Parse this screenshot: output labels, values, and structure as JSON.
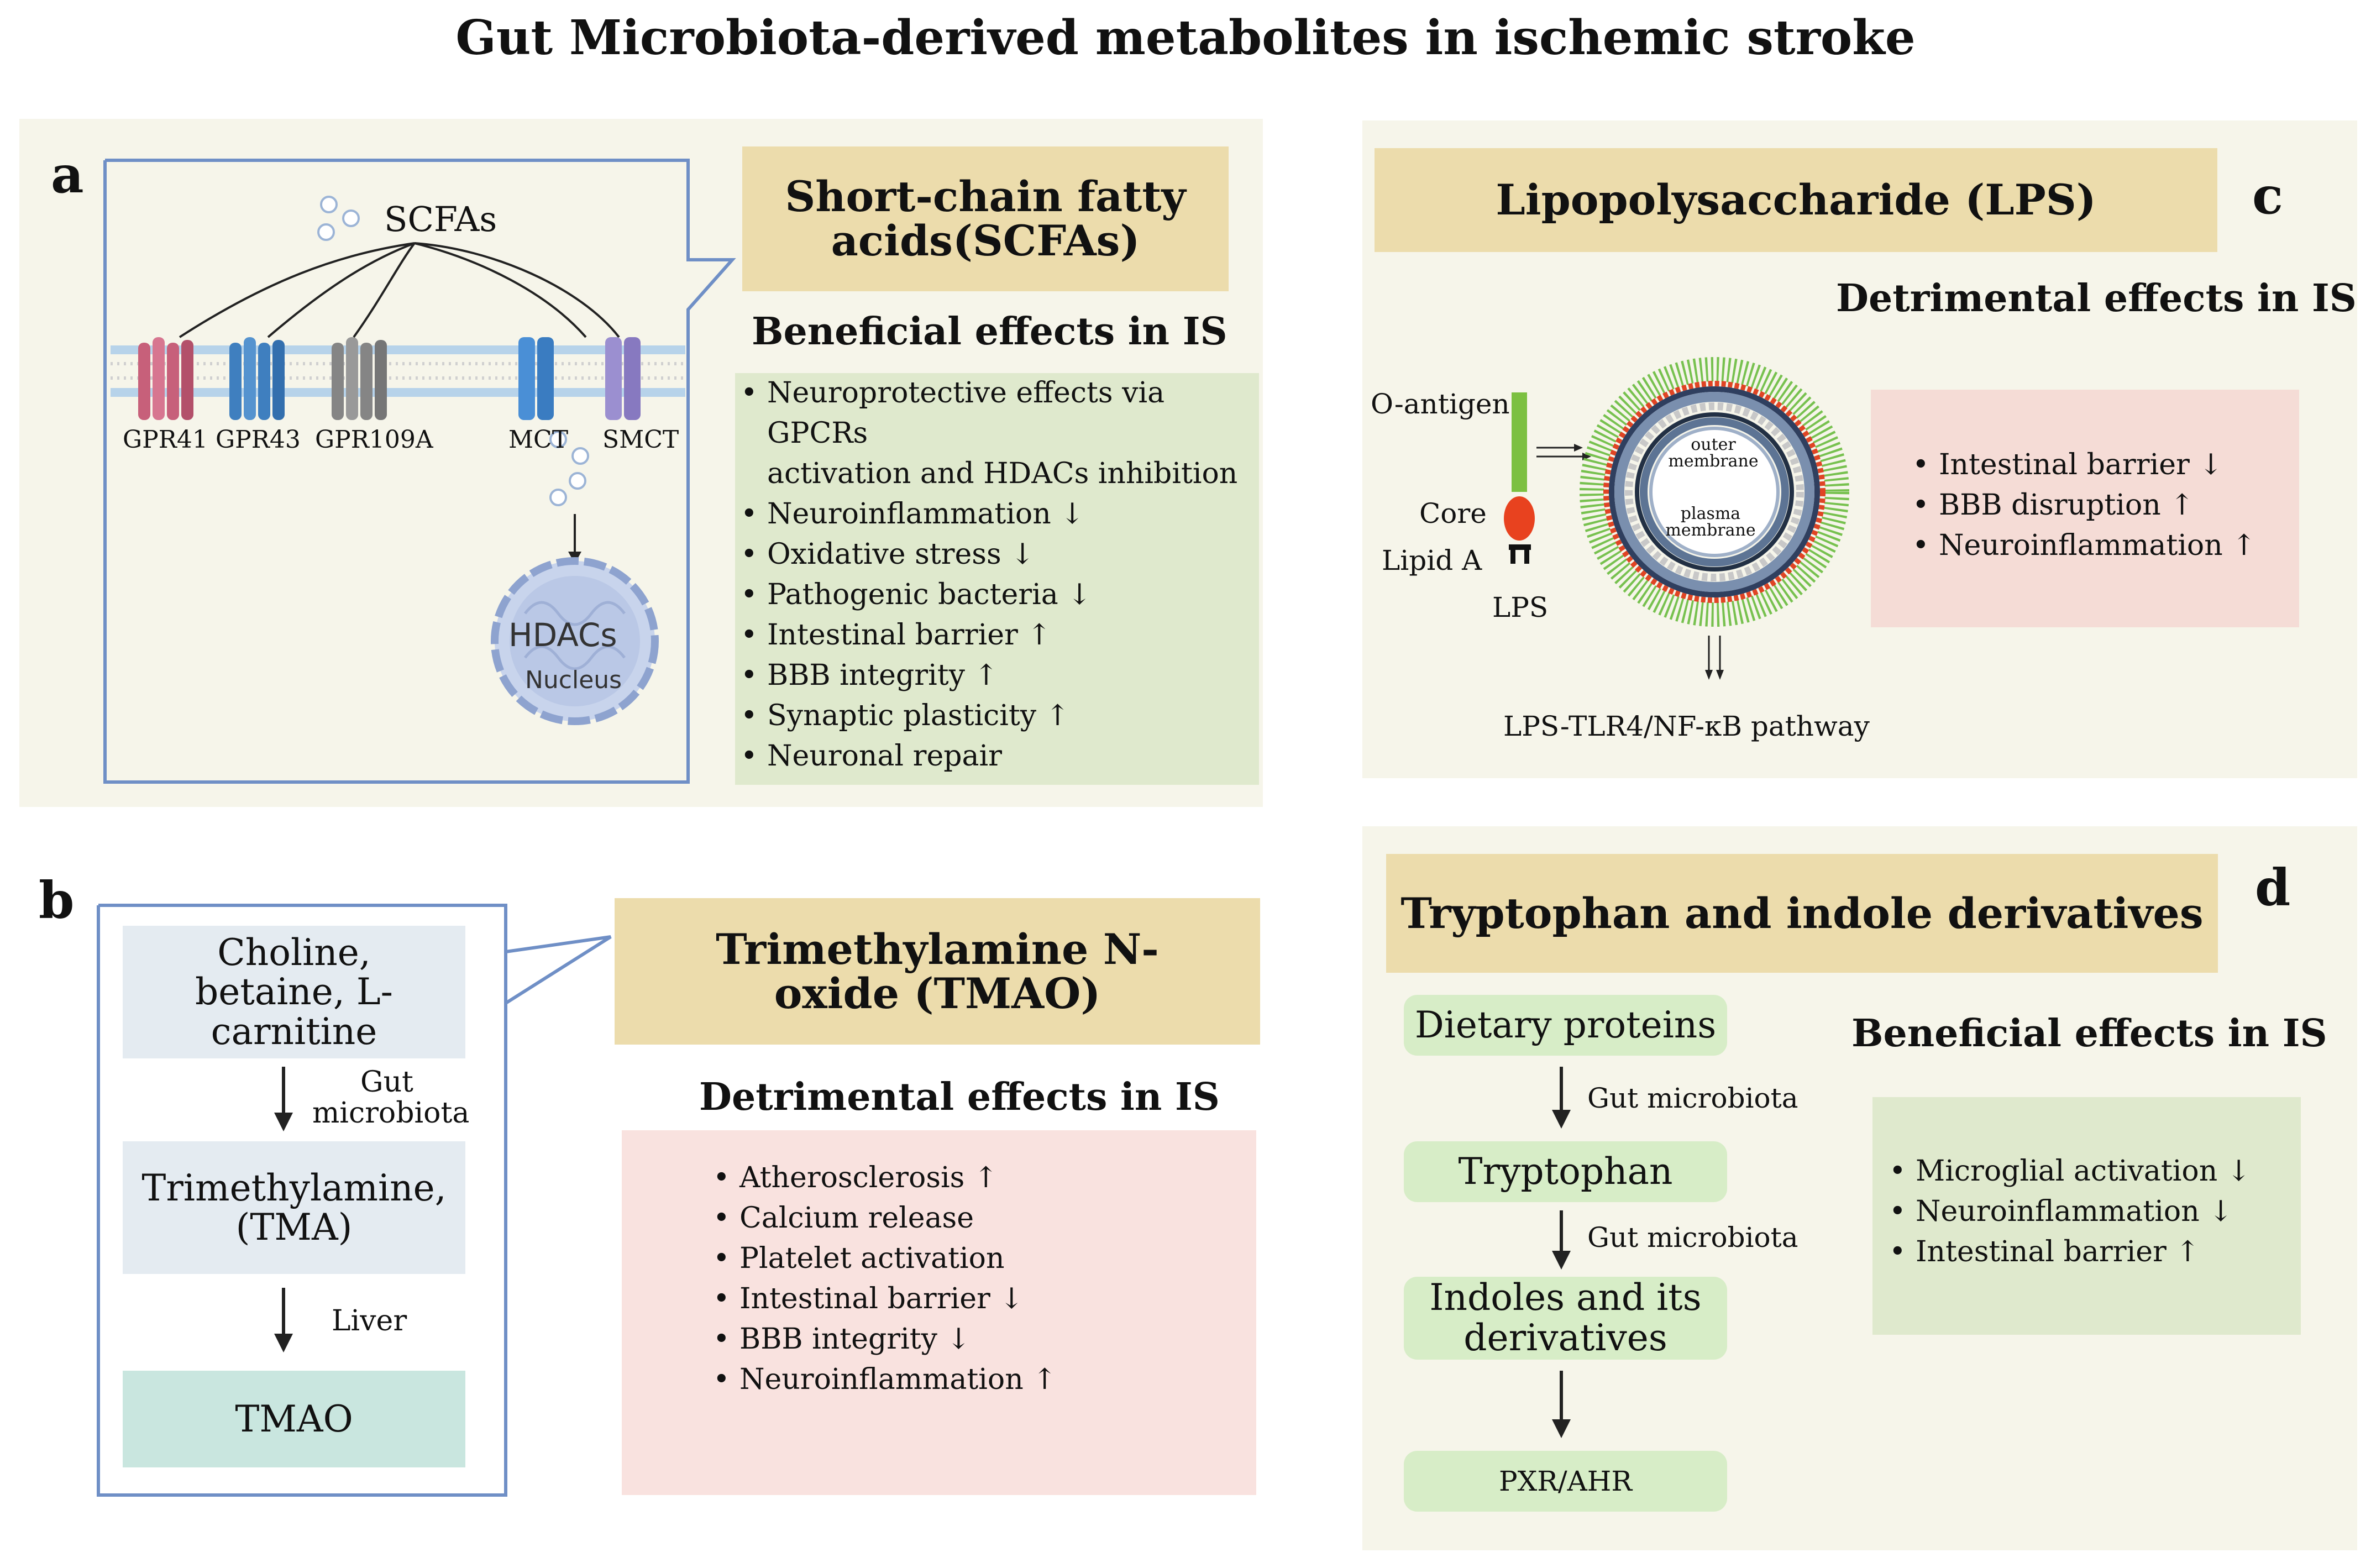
{
  "title": "Gut Microbiota-derived metabolites in ischemic stroke",
  "panel_a": {
    "letter": "a",
    "scfa_label": "SCFAs",
    "receptors": [
      "GPR41",
      "GPR43",
      "GPR109A",
      "MCT",
      "SMCT"
    ],
    "hdacs": "HDACs",
    "nucleus": "Nucleus",
    "box_title": "Short-chain fatty acids(SCFAs)",
    "effects_heading": "Beneficial effects in IS",
    "effects": [
      "Neuroprotective effects via GPCRs",
      "Neuroinflammation ↓",
      "Oxidative stress ↓",
      "Pathogenic bacteria ↓",
      "Intestinal barrier ↑",
      "BBB integrity ↑",
      "Synaptic plasticity ↑",
      "Neuronal repair"
    ],
    "effect_continuation": "activation and HDACs inhibition"
  },
  "panel_b": {
    "letter": "b",
    "step1": "Choline, betaine, L-carnitine",
    "arrow1_label": "Gut microbiota",
    "step2": "Trimethylamine, (TMA)",
    "arrow2_label": "Liver",
    "step3": "TMAO",
    "box_title": "Trimethylamine N-oxide (TMAO)",
    "effects_heading": "Detrimental effects in IS",
    "effects": [
      "Atherosclerosis ↑",
      "Calcium release",
      "Platelet activation",
      "Intestinal barrier ↓",
      "BBB integrity ↓",
      "Neuroinflammation ↑"
    ]
  },
  "panel_c": {
    "letter": "c",
    "box_title": "Lipopolysaccharide (LPS)",
    "effects_heading": "Detrimental effects in IS",
    "o_antigen": "O-antigen",
    "core": "Core",
    "lipid_a": "Lipid A",
    "lps": "LPS",
    "outer_membrane": "outer membrane",
    "plasma_membrane": "plasma membrane",
    "pathway": "LPS-TLR4/NF-κB pathway",
    "effects": [
      "Intestinal barrier ↓",
      "BBB disruption ↑",
      "Neuroinflammation ↑"
    ]
  },
  "panel_d": {
    "letter": "d",
    "box_title": "Tryptophan and indole derivatives",
    "step1": "Dietary proteins",
    "arrow1_label": "Gut microbiota",
    "step2": "Tryptophan",
    "arrow2_label": "Gut microbiota",
    "step3": "Indoles and its derivatives",
    "step4": "PXR/AHR",
    "effects_heading": "Beneficial effects in IS",
    "effects": [
      "Microglial activation ↓",
      "Neuroinflammation ↓",
      "Intestinal barrier ↑"
    ]
  },
  "colors": {
    "panel_bg": "#f6f5ea",
    "title_box": "#ecdcac",
    "beneficial_box": "#dfe9cd",
    "detrimental_box": "#f9e2df",
    "callout_border": "#6f8fc6",
    "gpr41": "#c7607a",
    "gpr43": "#3f7fbf",
    "gpr109a": "#858585",
    "mct": "#4a8fd6",
    "smct": "#9b8fd0",
    "tmao_box": "#c9e6df",
    "flow_box": "#e4ebf1",
    "rounded_box": "#d7edc7"
  }
}
